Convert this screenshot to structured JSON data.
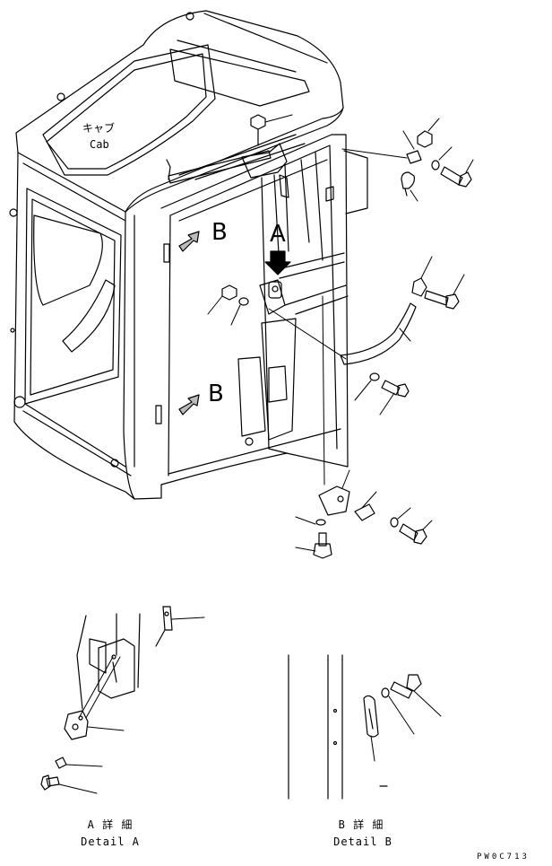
{
  "labels": {
    "cab_jp": "キャブ",
    "cab_en": "Cab",
    "view_a": "A",
    "view_b_upper": "B",
    "view_b_lower": "B"
  },
  "details": {
    "a_jp": "A 詳 細",
    "a_en": "Detail A",
    "b_jp": "B 詳 細",
    "b_en": "Detail B"
  },
  "drawing_code": "PW0C713"
}
